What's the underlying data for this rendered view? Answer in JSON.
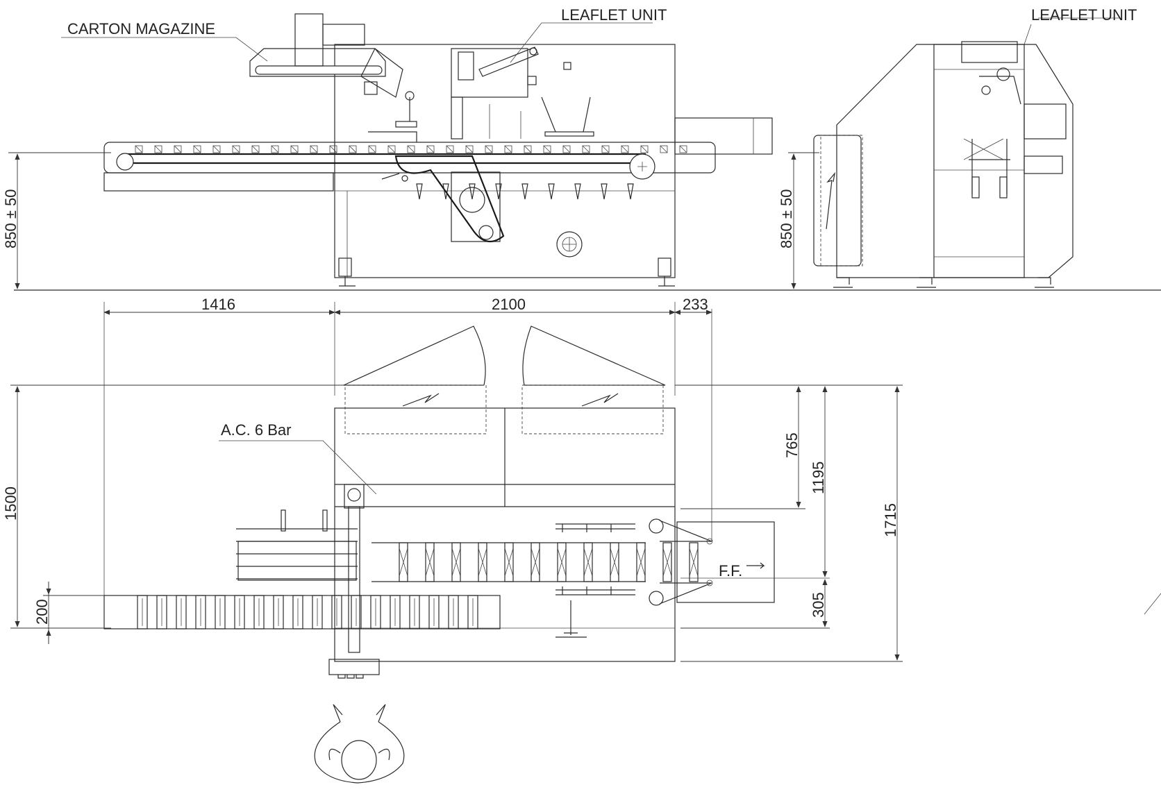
{
  "labels": {
    "carton_magazine": "CARTON MAGAZINE",
    "leaflet_unit_front": "LEAFLET UNIT",
    "leaflet_unit_side": "LEAFLET UNIT",
    "air_supply": "A.C. 6 Bar",
    "flow_direction": "F.F."
  },
  "dimensions": {
    "front_height": "850 ± 50",
    "side_height": "850 ± 50",
    "infeed_length": "1416",
    "machine_length": "2100",
    "outfeed_overhang": "233",
    "plan_depth": "1500",
    "infeed_width": "200",
    "guard_depth": "765",
    "centerline_depth": "1195",
    "total_depth": "1715",
    "outfeed_offset": "305"
  },
  "colors": {
    "line": "#2a2a2a",
    "background": "#ffffff"
  }
}
